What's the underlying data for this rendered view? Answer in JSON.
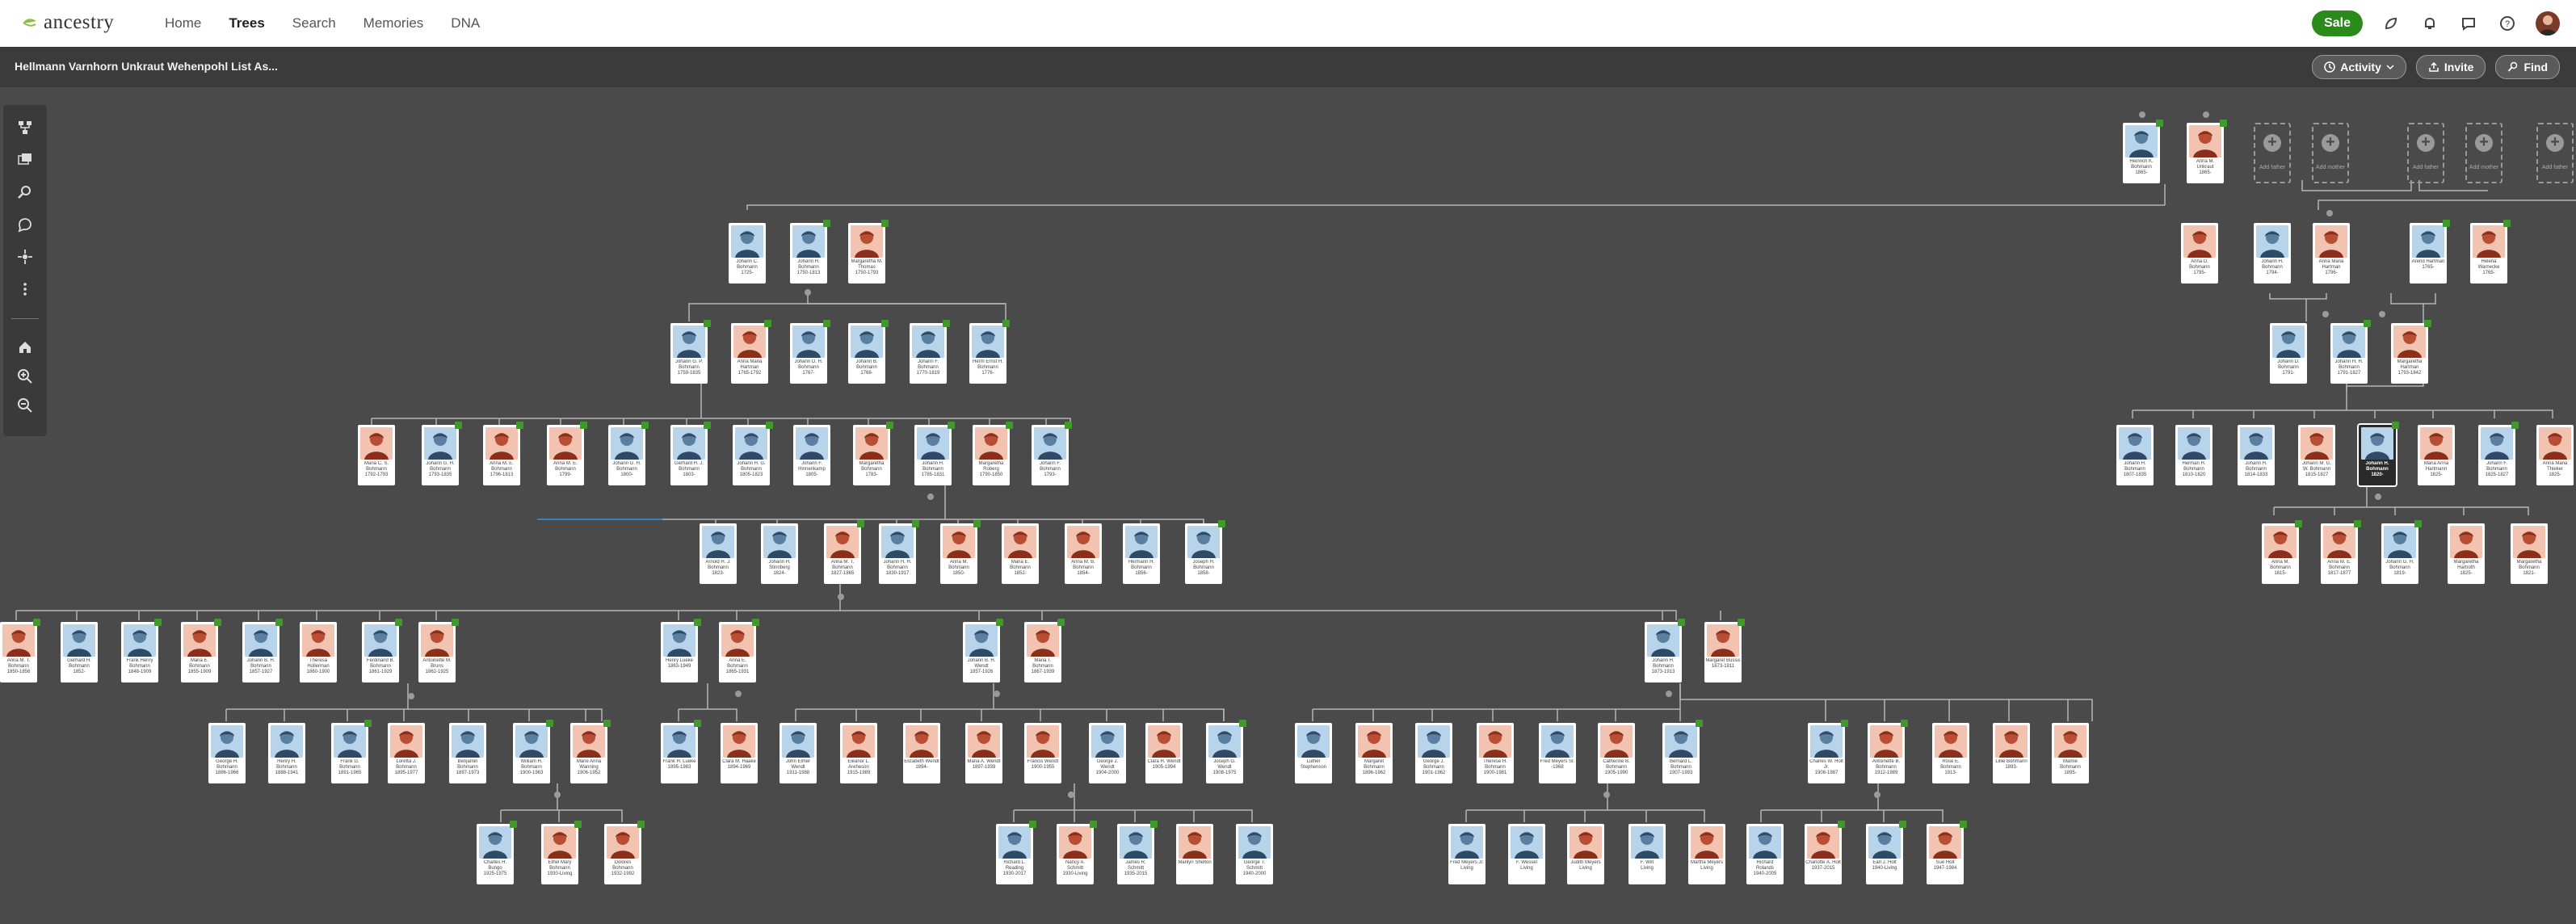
{
  "nav": {
    "brand": "ancestry",
    "links": [
      {
        "label": "Home",
        "active": false
      },
      {
        "label": "Trees",
        "active": true
      },
      {
        "label": "Search",
        "active": false
      },
      {
        "label": "Memories",
        "active": false
      },
      {
        "label": "DNA",
        "active": false
      }
    ],
    "sale_label": "Sale"
  },
  "subheader": {
    "tree_title": "Hellmann Varnhorn Unkraut Wehenpohl List As...",
    "activity_label": "Activity",
    "invite_label": "Invite",
    "find_label": "Find"
  },
  "colors": {
    "canvas_bg": "#4a4a4a",
    "subheader_bg": "#3b3b3b",
    "male_portrait": "#b8d4ea",
    "female_portrait": "#f2c3b0",
    "hint_leaf": "#3f9a2a",
    "sale_green": "#2a8a1a",
    "line_color": "#b5b5b5"
  },
  "toolbar": {
    "icons": [
      "tree-view-icon",
      "family-view-icon",
      "search-person-icon",
      "chat-icon",
      "recenter-icon",
      "more-icon",
      "home-icon",
      "zoom-in-icon",
      "zoom-out-icon"
    ]
  },
  "people": [
    {
      "name": "Heinrich K. Bohmann",
      "years": "1865-",
      "g": "m",
      "hint": true
    },
    {
      "name": "Anna M. Unkraut",
      "years": "1865-",
      "g": "f",
      "hint": true
    },
    {
      "name": "Johann C. Bohmann",
      "years": "1725-",
      "g": "m",
      "hint": false
    },
    {
      "name": "Johann H. Bohmann",
      "years": "1750-1813",
      "g": "m",
      "hint": true
    },
    {
      "name": "Margaretha M. Thomas",
      "years": "1750-1793",
      "g": "f",
      "hint": true
    },
    {
      "name": "Anna D. Bohmann",
      "years": "1795-",
      "g": "f",
      "hint": false
    },
    {
      "name": "Johann H. Bohmann",
      "years": "1794-",
      "g": "m",
      "hint": false
    },
    {
      "name": "Anna Maria Hartman",
      "years": "1796-",
      "g": "f",
      "hint": false
    },
    {
      "name": "Arend Hartman",
      "years": "1765-",
      "g": "m",
      "hint": true
    },
    {
      "name": "Helena Warnecke",
      "years": "1765-",
      "g": "f",
      "hint": true
    },
    {
      "name": "Johann G. P. Bohmann",
      "years": "1759-1835",
      "g": "m",
      "hint": true
    },
    {
      "name": "Anna Maria Hartman",
      "years": "1765-1792",
      "g": "f",
      "hint": true
    },
    {
      "name": "Johann D. H. Bohmann",
      "years": "1767-",
      "g": "m",
      "hint": true
    },
    {
      "name": "Johann B. Bohmann",
      "years": "1768-",
      "g": "m",
      "hint": true
    },
    {
      "name": "Johann F. Bohmann",
      "years": "1770-1819",
      "g": "m",
      "hint": true
    },
    {
      "name": "Herm Ernst H. Bohmann",
      "years": "1776-",
      "g": "m",
      "hint": true
    },
    {
      "name": "Johann D. Bohmann",
      "years": "1791-",
      "g": "m",
      "hint": false
    },
    {
      "name": "Johann H. H. Bohmann",
      "years": "1791-1827",
      "g": "m",
      "hint": true
    },
    {
      "name": "Margaretha Hartman",
      "years": "1793-1842",
      "g": "f",
      "hint": true
    },
    {
      "name": "Maria C. S. Bohmann",
      "years": "1792-1793",
      "g": "f",
      "hint": false
    },
    {
      "name": "Johann G. H. Bohmann",
      "years": "1793-1835",
      "g": "m",
      "hint": true
    },
    {
      "name": "Anna M. E. Bohmann",
      "years": "1796-1813",
      "g": "f",
      "hint": true
    },
    {
      "name": "Anna M. E. Bohmann",
      "years": "1799-",
      "g": "f",
      "hint": true
    },
    {
      "name": "Johann G. H. Bohmann",
      "years": "1800-",
      "g": "m",
      "hint": true
    },
    {
      "name": "Gerhard H. J. Bohmann",
      "years": "1803-",
      "g": "m",
      "hint": true
    },
    {
      "name": "Johann H. G. Bohmann",
      "years": "1805-1823",
      "g": "m",
      "hint": true
    },
    {
      "name": "Johann F. Hinnenkamp",
      "years": "1805-",
      "g": "m",
      "hint": false
    },
    {
      "name": "Margaretha Bohmann",
      "years": "1783-",
      "g": "f",
      "hint": true
    },
    {
      "name": "Johann H. Bohmann",
      "years": "1785-1831",
      "g": "m",
      "hint": true
    },
    {
      "name": "Margaretha Roberg",
      "years": "1790-1850",
      "g": "f",
      "hint": true
    },
    {
      "name": "Johann F. Bohmann",
      "years": "1793-",
      "g": "m",
      "hint": true
    },
    {
      "name": "Johann H. Bohmann",
      "years": "1807-1835",
      "g": "m",
      "hint": false
    },
    {
      "name": "Herman H. Bohmann",
      "years": "1810-1820",
      "g": "m",
      "hint": false
    },
    {
      "name": "Johann H. Bohmann",
      "years": "1814-1833",
      "g": "m",
      "hint": false
    },
    {
      "name": "Johann M. G. W. Bohmann",
      "years": "1815-1827",
      "g": "f",
      "hint": false
    },
    {
      "name": "Johann H. Bohmann",
      "years": "1820-",
      "g": "m",
      "hint": true,
      "focused": true
    },
    {
      "name": "Maria Anna Hartmann",
      "years": "1825-",
      "g": "f",
      "hint": false
    },
    {
      "name": "Johann F. Bohmann",
      "years": "1825-1827",
      "g": "m",
      "hint": true
    },
    {
      "name": "Anna Maria Thieker",
      "years": "1825-",
      "g": "f",
      "hint": false
    },
    {
      "name": "Anna M. Bohmann",
      "years": "1815-",
      "g": "f",
      "hint": true
    },
    {
      "name": "Anna M. E. Bohmann",
      "years": "1817-1877",
      "g": "f",
      "hint": true
    },
    {
      "name": "Johann G. H. Bohmann",
      "years": "1819-",
      "g": "m",
      "hint": true
    },
    {
      "name": "Margaretha Hartroth",
      "years": "1825-",
      "g": "f",
      "hint": false
    },
    {
      "name": "Margaretha Bohmann",
      "years": "1821-",
      "g": "f",
      "hint": false
    },
    {
      "name": "Arnold H. J. Bohmann",
      "years": "1823-",
      "g": "m",
      "hint": false
    },
    {
      "name": "Johann H. Stinnberg",
      "years": "1824-",
      "g": "m",
      "hint": false
    },
    {
      "name": "Anna M. T. Bohmann",
      "years": "1827-1865",
      "g": "f",
      "hint": true
    },
    {
      "name": "Johann H. H. Bohmann",
      "years": "1830-1917",
      "g": "m",
      "hint": true
    },
    {
      "name": "Anna M. Bohmann",
      "years": "1850-",
      "g": "f",
      "hint": true
    },
    {
      "name": "Maria E. Bohmann",
      "years": "1852-",
      "g": "f",
      "hint": false
    },
    {
      "name": "Anna M. B. Bohmann",
      "years": "1854-",
      "g": "f",
      "hint": false
    },
    {
      "name": "Hermann H. Bohmann",
      "years": "1856-",
      "g": "m",
      "hint": false
    },
    {
      "name": "Joseph H. Bohmann",
      "years": "1858-",
      "g": "m",
      "hint": true
    },
    {
      "name": "Anna M. T. Bohmann",
      "years": "1850-1856",
      "g": "f",
      "hint": true
    },
    {
      "name": "Gerhard H. Bohmann",
      "years": "1852-",
      "g": "m",
      "hint": false
    },
    {
      "name": "Frank Henry Bohmann",
      "years": "1848-1909",
      "g": "m",
      "hint": true
    },
    {
      "name": "Maria E. Bohmann",
      "years": "1855-1909",
      "g": "f",
      "hint": true
    },
    {
      "name": "Johann B. H. Bohmann",
      "years": "1857-1927",
      "g": "m",
      "hint": true
    },
    {
      "name": "Theresa Hollerman",
      "years": "1860-1900",
      "g": "f",
      "hint": false
    },
    {
      "name": "Ferdinand B. Bohmann",
      "years": "1861-1929",
      "g": "m",
      "hint": true
    },
    {
      "name": "Antoinette M. Bruns",
      "years": "1862-1925",
      "g": "f",
      "hint": true
    },
    {
      "name": "Henry Lueke",
      "years": "1863-1949",
      "g": "m",
      "hint": true
    },
    {
      "name": "Anna E. Bohmann",
      "years": "1865-1931",
      "g": "f",
      "hint": true
    },
    {
      "name": "Johann B. H. Wendt",
      "years": "1857-1926",
      "g": "m",
      "hint": true
    },
    {
      "name": "Maria T. Bohmann",
      "years": "1867-1939",
      "g": "f",
      "hint": true
    },
    {
      "name": "Johann H. Bohmann",
      "years": "1873-1913",
      "g": "m",
      "hint": true
    },
    {
      "name": "Margaret Bussis",
      "years": "1873-1911",
      "g": "f",
      "hint": true
    },
    {
      "name": "George H. Bohmann",
      "years": "1886-1966",
      "g": "m",
      "hint": false
    },
    {
      "name": "Henry H. Bohmann",
      "years": "1888-1941",
      "g": "m",
      "hint": false
    },
    {
      "name": "Frank G. Bohmann",
      "years": "1891-1965",
      "g": "m",
      "hint": true
    },
    {
      "name": "Loretta J. Bohmann",
      "years": "1895-1977",
      "g": "f",
      "hint": false
    },
    {
      "name": "Benjamin Bohmann",
      "years": "1897-1973",
      "g": "m",
      "hint": false
    },
    {
      "name": "William H. Bohmann",
      "years": "1900-1963",
      "g": "m",
      "hint": true
    },
    {
      "name": "Marie Anna Wanning",
      "years": "1906-1952",
      "g": "f",
      "hint": true
    },
    {
      "name": "Frank H. Lueke",
      "years": "1895-1983",
      "g": "m",
      "hint": true
    },
    {
      "name": "Clara M. Haake",
      "years": "1894-1969",
      "g": "f",
      "hint": false
    },
    {
      "name": "John Elmer Wendt",
      "years": "1911-1988",
      "g": "m",
      "hint": false
    },
    {
      "name": "Eleanor L. Areheson",
      "years": "1915-1989",
      "g": "f",
      "hint": false
    },
    {
      "name": "Elizabeth Wendt",
      "years": "1894-",
      "g": "f",
      "hint": false
    },
    {
      "name": "Maria A. Wendt",
      "years": "1897-1939",
      "g": "f",
      "hint": false
    },
    {
      "name": "Francis Wendt",
      "years": "1900-1955",
      "g": "f",
      "hint": false
    },
    {
      "name": "George J. Wendt",
      "years": "1904-2000",
      "g": "m",
      "hint": false
    },
    {
      "name": "Clara H. Wendt",
      "years": "1905-1994",
      "g": "f",
      "hint": false
    },
    {
      "name": "Joseph G. Wendt",
      "years": "1908-1975",
      "g": "m",
      "hint": true
    },
    {
      "name": "Luther Stephenson",
      "years": "",
      "g": "m",
      "hint": false
    },
    {
      "name": "Margaret Bohmann",
      "years": "1896-1962",
      "g": "f",
      "hint": false
    },
    {
      "name": "George J. Bohmann",
      "years": "1901-1962",
      "g": "m",
      "hint": false
    },
    {
      "name": "Therese H. Bohmann",
      "years": "1900-1981",
      "g": "f",
      "hint": false
    },
    {
      "name": "Fred Meyers Sr.",
      "years": "-1968",
      "g": "m",
      "hint": false
    },
    {
      "name": "Catherine B. Bohmann",
      "years": "1905-1990",
      "g": "f",
      "hint": false
    },
    {
      "name": "Bernard L. Bohmann",
      "years": "1907-1993",
      "g": "m",
      "hint": true
    },
    {
      "name": "Charles W. Holt Jr.",
      "years": "1908-1987",
      "g": "m",
      "hint": true
    },
    {
      "name": "Antoinette B. Bohmann",
      "years": "1912-1989",
      "g": "f",
      "hint": true
    },
    {
      "name": "Rose E. Bohmann",
      "years": "1913-",
      "g": "f",
      "hint": false
    },
    {
      "name": "Lillie Bohmann",
      "years": "1893-",
      "g": "f",
      "hint": false
    },
    {
      "name": "Mamie Bohmann",
      "years": "1895-",
      "g": "f",
      "hint": false
    },
    {
      "name": "Charles H. Bungo",
      "years": "1925-1975",
      "g": "m",
      "hint": true
    },
    {
      "name": "Ethel Mary Bohmann",
      "years": "1930-Living",
      "g": "f",
      "hint": true
    },
    {
      "name": "Dolores Bohmann",
      "years": "1932-1992",
      "g": "f",
      "hint": true
    },
    {
      "name": "Richard L. Reading",
      "years": "1930-2017",
      "g": "m",
      "hint": true
    },
    {
      "name": "Nancy A. Schmitt",
      "years": "1930-Living",
      "g": "f",
      "hint": true
    },
    {
      "name": "James R. Schmitt",
      "years": "1935-2015",
      "g": "m",
      "hint": true
    },
    {
      "name": "Marilyn Shelton",
      "years": "",
      "g": "f",
      "hint": false
    },
    {
      "name": "George T. Schmitt",
      "years": "1940-2000",
      "g": "m",
      "hint": false
    },
    {
      "name": "Fred Meyers Jr.",
      "years": "Living",
      "g": "m",
      "hint": false
    },
    {
      "name": "F. Wessel",
      "years": "Living",
      "g": "m",
      "hint": false
    },
    {
      "name": "Judith Meyers",
      "years": "Living",
      "g": "f",
      "hint": false
    },
    {
      "name": "F. Wilt",
      "years": "Living",
      "g": "m",
      "hint": false
    },
    {
      "name": "Martha Meyers",
      "years": "Living",
      "g": "f",
      "hint": false
    },
    {
      "name": "Richard Rolands",
      "years": "1940-2005",
      "g": "m",
      "hint": false
    },
    {
      "name": "Charlotte A. Holt",
      "years": "1937-2015",
      "g": "f",
      "hint": true
    },
    {
      "name": "Earl J. Holt",
      "years": "1940-Living",
      "g": "m",
      "hint": true
    },
    {
      "name": "Sue Holt",
      "years": "1947-1984",
      "g": "f",
      "hint": true
    }
  ],
  "add_placeholders": [
    {
      "label": "Add father"
    },
    {
      "label": "Add mother"
    },
    {
      "label": "Add father"
    },
    {
      "label": "Add mother"
    },
    {
      "label": "Add father"
    }
  ]
}
